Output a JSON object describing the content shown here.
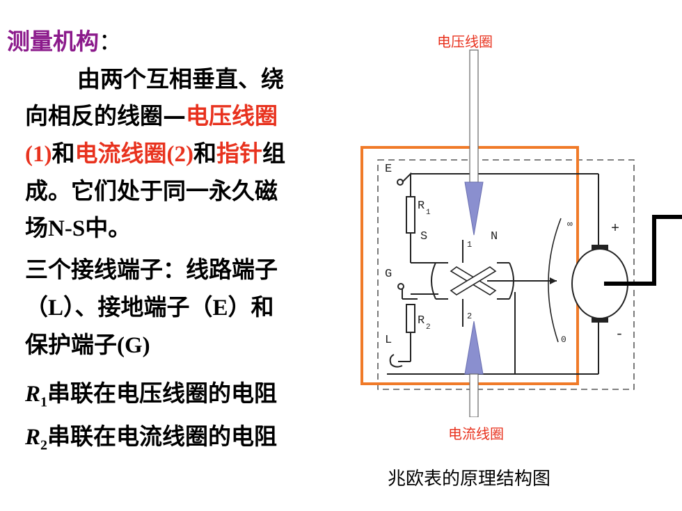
{
  "heading": {
    "label": "测量机构",
    "colon": "："
  },
  "para1": {
    "line1": "由两个互相垂直、绕",
    "line2_a": "向相反的线圈—",
    "line2_b": "电压线圈",
    "line3_a": "(1)",
    "line3_b": "和",
    "line3_c": "电流线圈",
    "line3_d": "(2)",
    "line3_e": "和",
    "line3_f": "指针",
    "line3_g": "组",
    "line4": "成。它们处于同一永久磁",
    "line5_a": "场",
    "line5_b": "N-S",
    "line5_c": "中。"
  },
  "para2": {
    "line1": "三个接线端子：线路端子",
    "line2_a": "（",
    "line2_b": "L",
    "line2_c": "）、接地端子（",
    "line2_d": "E",
    "line2_e": "）和",
    "line3_a": "保护端子",
    "line3_b": "(G)"
  },
  "r1": {
    "sym": "R",
    "sub": "1",
    "text": "串联在电压线圈的电阻"
  },
  "r2": {
    "sym": "R",
    "sub": "2",
    "text": "串联在电流线圈的电阻"
  },
  "diagram": {
    "voltage_coil_label": "电压线圈",
    "current_coil_label": "电流线圈",
    "terminal_e": "E",
    "terminal_g": "G",
    "terminal_l": "L",
    "r1_label": "R",
    "r1_sub": "1",
    "r2_label": "R",
    "r2_sub": "2",
    "pole_s": "S",
    "pole_n": "N",
    "coil1": "1",
    "coil2": "2",
    "scale_inf": "∞",
    "scale_zero": "0",
    "plus": "+",
    "minus": "-",
    "highlight_color": "#f07a28",
    "arrow_color": "#8a8fcf"
  },
  "caption": "兆欧表的原理结构图"
}
